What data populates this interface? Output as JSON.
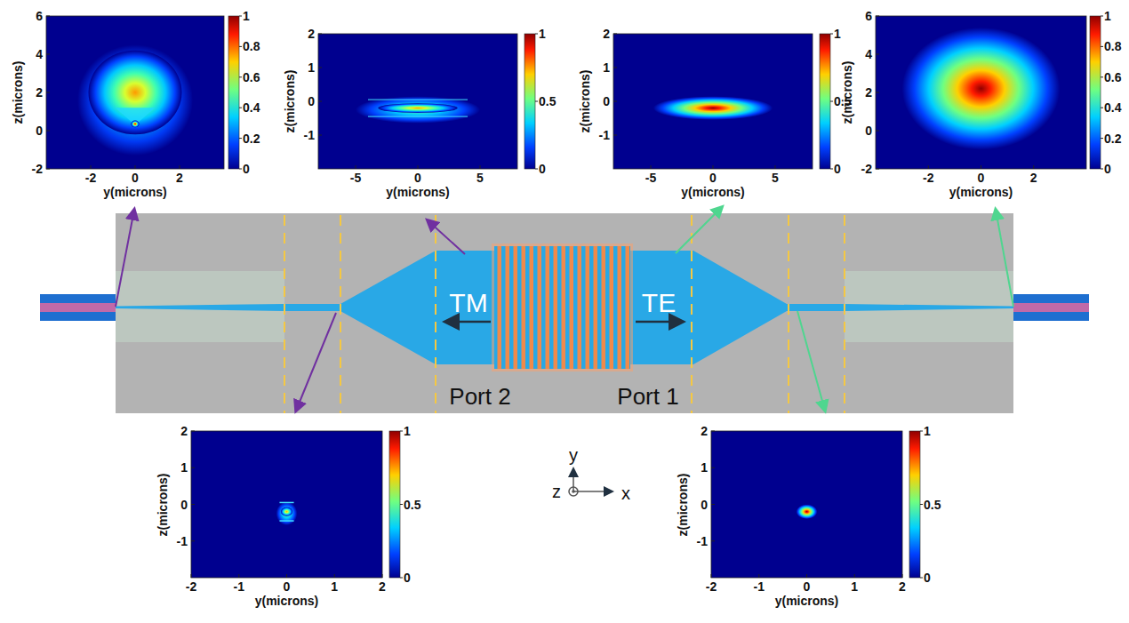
{
  "diagram": {
    "labels": [
      "6",
      "4",
      "2",
      "0",
      "-2",
      "-2",
      "0",
      "2",
      "1",
      "0.8",
      "0.6",
      "0.4",
      "0.2",
      "0",
      "z(microns)",
      "y(microns)",
      "2",
      "1",
      "0",
      "-1",
      "-5",
      "0",
      "5",
      "1",
      "0.5",
      "0",
      "z(microns)",
      "y(microns)",
      "2",
      "1",
      "0",
      "-1",
      "-5",
      "0",
      "5",
      "1",
      "0.5",
      "0",
      "z(microns)",
      "y(microns)",
      "6",
      "4",
      "2",
      "0",
      "-2",
      "-2",
      "0",
      "2",
      "1",
      "0.8",
      "0.6",
      "0.4",
      "0.2",
      "0",
      "z(microns)",
      "y(microns)",
      "2",
      "1",
      "0",
      "-1",
      "-2",
      "-1",
      "0",
      "1",
      "2",
      "1",
      "0.5",
      "0",
      "z(microns)",
      "y(microns)",
      "2",
      "1",
      "0",
      "-1",
      "-2",
      "-1",
      "0",
      "1",
      "2",
      "1",
      "0.5",
      "0",
      "z(microns)",
      "y(microns)",
      "TM",
      "TE",
      "Port 2",
      "Port 1",
      "y",
      "z",
      "x"
    ]
  }
}
